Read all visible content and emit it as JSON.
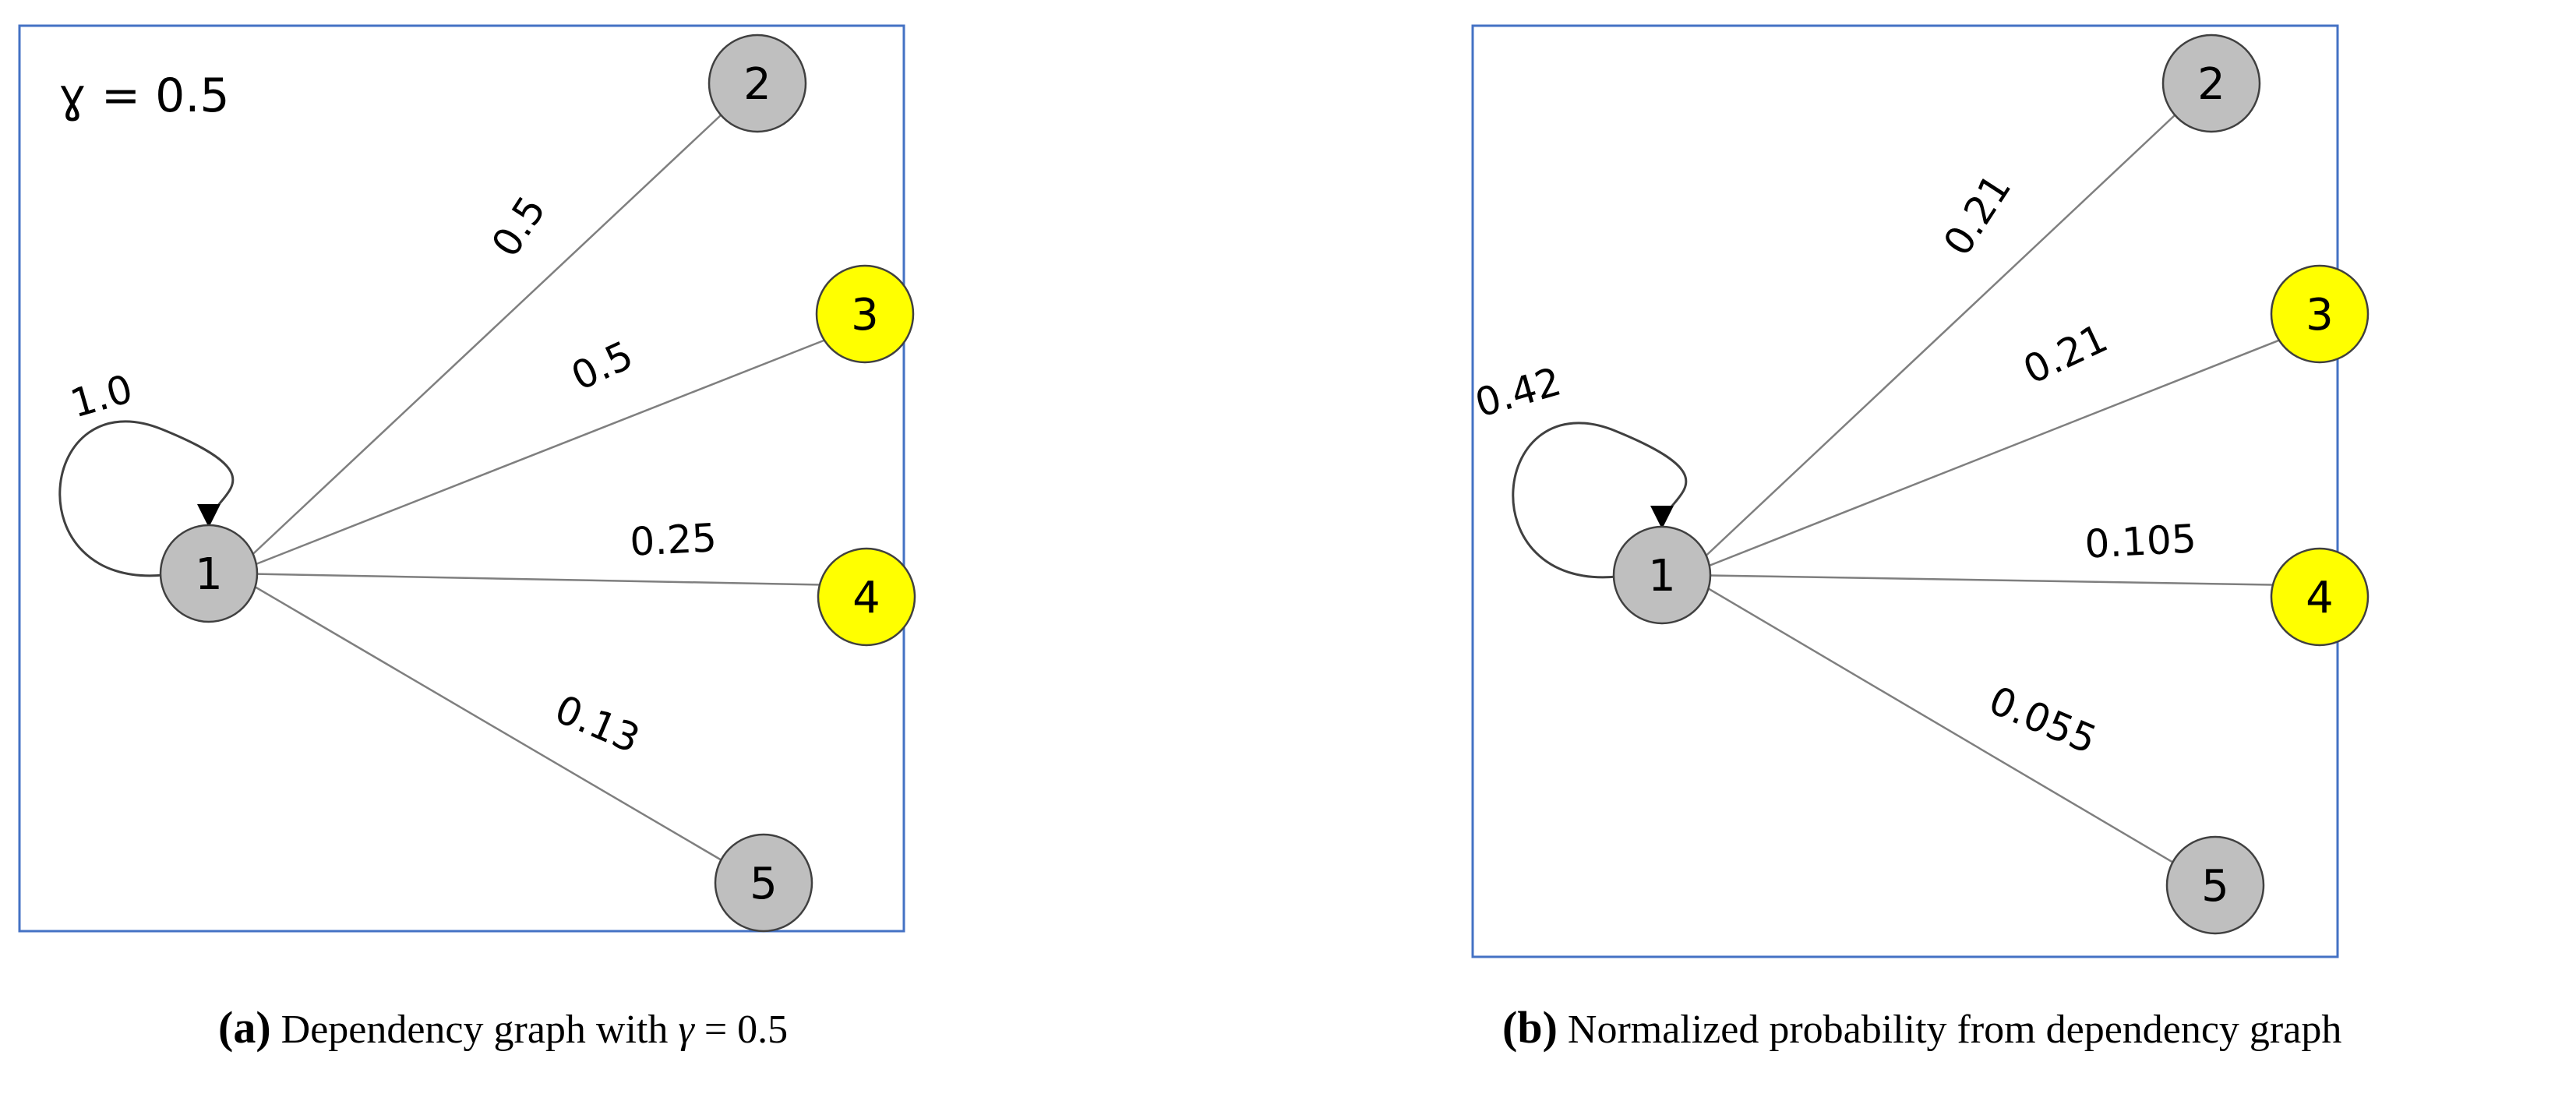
{
  "colors": {
    "frame": "#4472C4",
    "node_default": "#BFBFBF",
    "node_highlight": "#FFFF00",
    "node_stroke": "#404040",
    "edge": "#7F7F7F"
  },
  "panel_a": {
    "gamma_text": "ɣ = 0.5",
    "nodes": [
      {
        "id": "1",
        "label": "1",
        "highlight": false
      },
      {
        "id": "2",
        "label": "2",
        "highlight": false
      },
      {
        "id": "3",
        "label": "3",
        "highlight": true
      },
      {
        "id": "4",
        "label": "4",
        "highlight": true
      },
      {
        "id": "5",
        "label": "5",
        "highlight": false
      }
    ],
    "edges": [
      {
        "from": "1",
        "to": "1",
        "weight": "1.0"
      },
      {
        "from": "1",
        "to": "2",
        "weight": "0.5"
      },
      {
        "from": "1",
        "to": "3",
        "weight": "0.5"
      },
      {
        "from": "1",
        "to": "4",
        "weight": "0.25"
      },
      {
        "from": "1",
        "to": "5",
        "weight": "0.13"
      }
    ],
    "caption": {
      "tag": "(a)",
      "text": "Dependency graph with ",
      "math": "γ",
      "math_rest": " = 0.5"
    }
  },
  "panel_b": {
    "nodes": [
      {
        "id": "1",
        "label": "1",
        "highlight": false
      },
      {
        "id": "2",
        "label": "2",
        "highlight": false
      },
      {
        "id": "3",
        "label": "3",
        "highlight": true
      },
      {
        "id": "4",
        "label": "4",
        "highlight": true
      },
      {
        "id": "5",
        "label": "5",
        "highlight": false
      }
    ],
    "edges": [
      {
        "from": "1",
        "to": "1",
        "weight": "0.42"
      },
      {
        "from": "1",
        "to": "2",
        "weight": "0.21"
      },
      {
        "from": "1",
        "to": "3",
        "weight": "0.21"
      },
      {
        "from": "1",
        "to": "4",
        "weight": "0.105"
      },
      {
        "from": "1",
        "to": "5",
        "weight": "0.055"
      }
    ],
    "caption": {
      "tag": "(b)",
      "text": "Normalized probability from dependency graph"
    }
  }
}
